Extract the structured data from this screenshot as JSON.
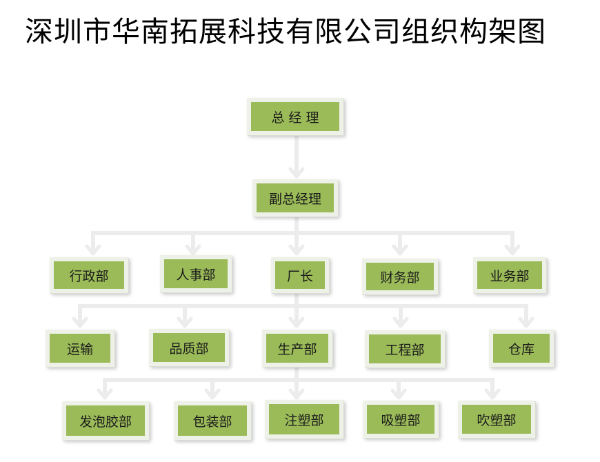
{
  "title": "深圳市华南拓展科技有限公司组织构架图",
  "colors": {
    "box_fill": "#9bbb59",
    "box_border": "#edf1e8",
    "connector": "#ececec",
    "title_text": "#000000"
  },
  "nodes": {
    "general_manager": "总 经 理",
    "deputy_general_manager": "副总经理",
    "admin_dept": "行政部",
    "hr_dept": "人事部",
    "plant_director": "厂长",
    "finance_dept": "财务部",
    "sales_dept": "业务部",
    "transport": "运输",
    "quality_dept": "品质部",
    "production_dept": "生产部",
    "engineering_dept": "工程部",
    "warehouse": "仓库",
    "foaming_dept": "发泡胶部",
    "packaging_dept": "包装部",
    "injection_dept": "注塑部",
    "suction_molding_dept": "吸塑部",
    "blow_molding_dept": "吹塑部"
  },
  "reporting_lines": [
    {
      "from": "general_manager",
      "to": [
        "deputy_general_manager"
      ]
    },
    {
      "from": "deputy_general_manager",
      "to": [
        "admin_dept",
        "hr_dept",
        "plant_director",
        "finance_dept",
        "sales_dept"
      ]
    },
    {
      "from": "plant_director",
      "to": [
        "transport",
        "quality_dept",
        "production_dept",
        "engineering_dept",
        "warehouse"
      ]
    },
    {
      "from": "production_dept",
      "to": [
        "foaming_dept",
        "packaging_dept",
        "injection_dept",
        "suction_molding_dept",
        "blow_molding_dept"
      ]
    }
  ]
}
